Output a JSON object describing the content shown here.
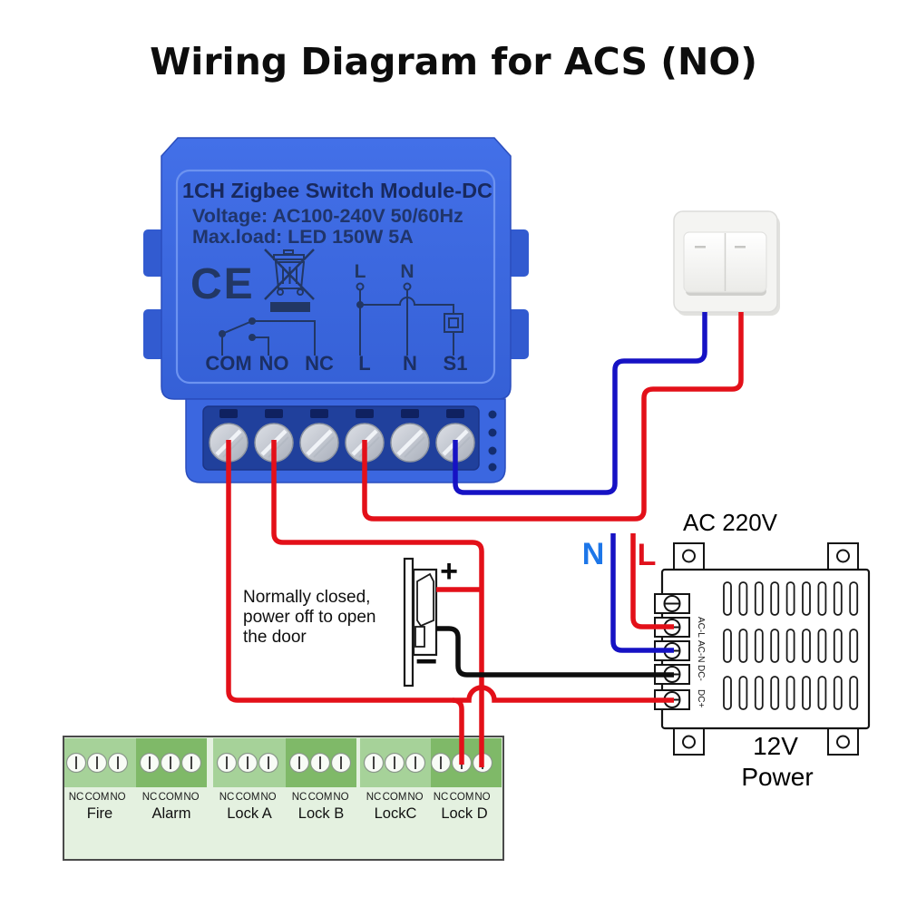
{
  "title": "Wiring Diagram for ACS (NO)",
  "module": {
    "name": "1CH Zigbee Switch Module-DC",
    "voltage": "Voltage: AC100-240V 50/60Hz",
    "max_load": "Max.load: LED 150W 5A",
    "ce_mark": "CE",
    "circuit_top_labels": {
      "l": "L",
      "n": "N"
    },
    "terminals": [
      "COM",
      "NO",
      "NC",
      "L",
      "N",
      "S1"
    ]
  },
  "lock": {
    "plus": "+",
    "minus": "−",
    "note": [
      "Normally closed,",
      "power off to open",
      "the door"
    ]
  },
  "psu": {
    "ac_label": "AC 220V",
    "neutral": "N",
    "line": "L",
    "terminals": [
      "AC-L",
      "AC-N",
      "DC-",
      "DC+"
    ],
    "output": [
      "12V",
      "Power"
    ]
  },
  "terminal_block": {
    "pins": [
      "NC",
      "COM",
      "NO"
    ],
    "groups": [
      "Fire",
      "Alarm",
      "Lock A",
      "Lock B",
      "LockC",
      "Lock D"
    ]
  },
  "colors": {
    "wire_red": "#e31019",
    "wire_blue": "#1612c4",
    "wire_black": "#0e0e0e",
    "module_blue": "#3b67e0",
    "green_light": "#a6d299",
    "green_dark": "#7fb968"
  }
}
